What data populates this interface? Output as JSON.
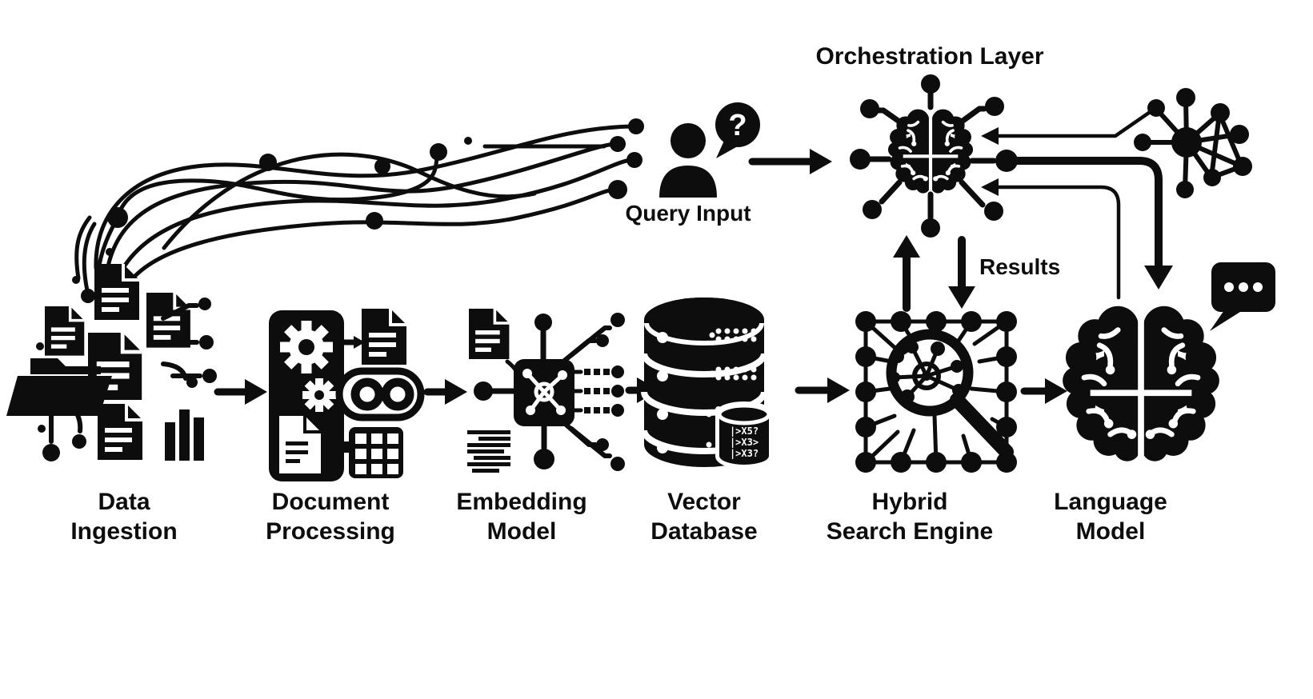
{
  "colors": {
    "ink": "#0d0d0d",
    "background": "#ffffff"
  },
  "orchestration": {
    "label": "Orchestration Layer"
  },
  "query": {
    "label": "Query Input",
    "question_mark": "?"
  },
  "annotations": {
    "results": "Results"
  },
  "stages": [
    {
      "id": "data-ingestion",
      "label": "Data\nIngestion"
    },
    {
      "id": "document-processing",
      "label": "Document\nProcessing"
    },
    {
      "id": "embedding-model",
      "label": "Embedding\nModel"
    },
    {
      "id": "vector-database",
      "label": "Vector\nDatabase"
    },
    {
      "id": "hybrid-search-engine",
      "label": "Hybrid\nSearch Engine"
    },
    {
      "id": "language-model",
      "label": "Language\nModel"
    }
  ],
  "vector_database": {
    "code_rows": [
      "|>X5?",
      "|>X3>",
      "|>X3?"
    ]
  },
  "icons": {
    "data-ingestion-icon": "documents-and-folder-cluster",
    "document-processing-icon": "gears-pipeline",
    "embedding-model-icon": "chip-with-network",
    "vector-database-icon": "database-stack",
    "hybrid-search-engine-icon": "magnifier-over-dot-grid",
    "language-model-icon": "brain",
    "orchestration-layer-icon": "brain-with-circuits",
    "query-input-icon": "person-with-question-bubble",
    "chat-bubble-icon": "ellipsis-speech-bubble",
    "network-graph-icon": "node-graph"
  }
}
